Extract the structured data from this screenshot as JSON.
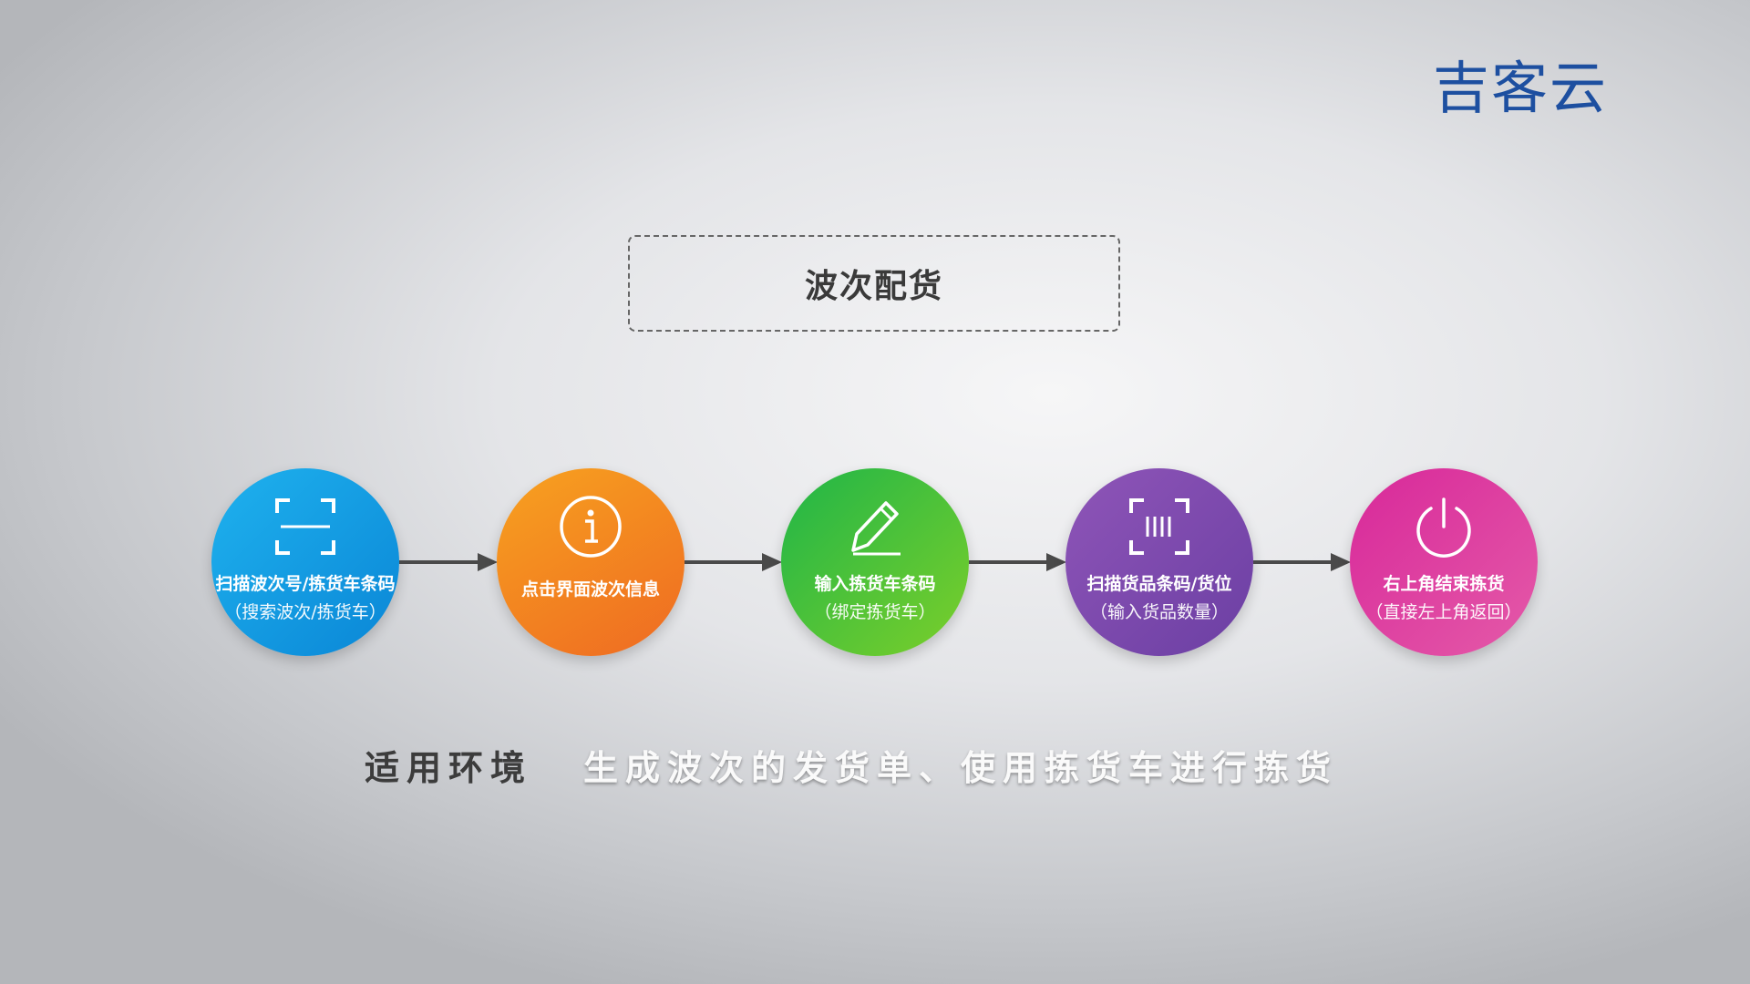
{
  "logo": {
    "text": "吉客云",
    "color": "#1d4fa0",
    "icon": "cloud-icon"
  },
  "title": "波次配货",
  "steps": [
    {
      "label": "扫描波次号/拣货车条码",
      "sub": "（搜索波次/拣货车）",
      "icon": "scan-frame-icon",
      "color": "#0a86d6"
    },
    {
      "label": "点击界面波次信息",
      "sub": "",
      "icon": "info-icon",
      "color": "#ef6a22"
    },
    {
      "label": "输入拣货车条码",
      "sub": "（绑定拣货车）",
      "icon": "pencil-icon",
      "color": "#1fb548"
    },
    {
      "label": "扫描货品条码/货位",
      "sub": "（输入货品数量）",
      "icon": "barcode-scan-icon",
      "color": "#6b3fa3"
    },
    {
      "label": "右上角结束拣货",
      "sub": "（直接左上角返回）",
      "icon": "power-icon",
      "color": "#d8289a"
    }
  ],
  "environment": {
    "label": "适用环境",
    "text": "生成波次的发货单、使用拣货车进行拣货"
  }
}
